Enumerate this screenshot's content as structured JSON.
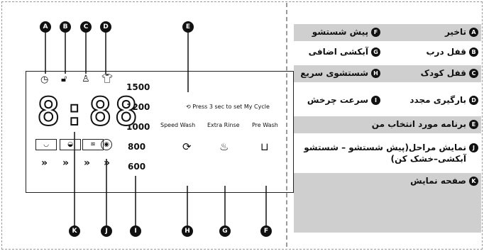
{
  "markers": [
    "A",
    "B",
    "C",
    "D",
    "E",
    "F",
    "G",
    "H",
    "I",
    "J",
    "K"
  ],
  "display": {
    "digits": "8:88",
    "speeds": [
      "1500",
      "1200",
      "1000",
      "800",
      "600"
    ],
    "my_cycle_hint": "Press 3 sec to set My Cycle",
    "options": [
      "Speed Wash",
      "Extra Rinse",
      "Pre Wash"
    ],
    "chevron": "»"
  },
  "legend": {
    "A": "تاخیر",
    "B": "قفل درب",
    "C": "قفل کودک",
    "D": "بارگیری مجدد",
    "E": "برنامه مورد انتخاب من",
    "F": "پیش شستشو",
    "G": "آبکشی اضافی",
    "H": "شستشوی سریع",
    "I": "سرعت چرخش",
    "J": "نمایش مراحل(پیش شستشو – شستشو آبکشی–خشک کن)",
    "K": "صفحه نمایش"
  }
}
